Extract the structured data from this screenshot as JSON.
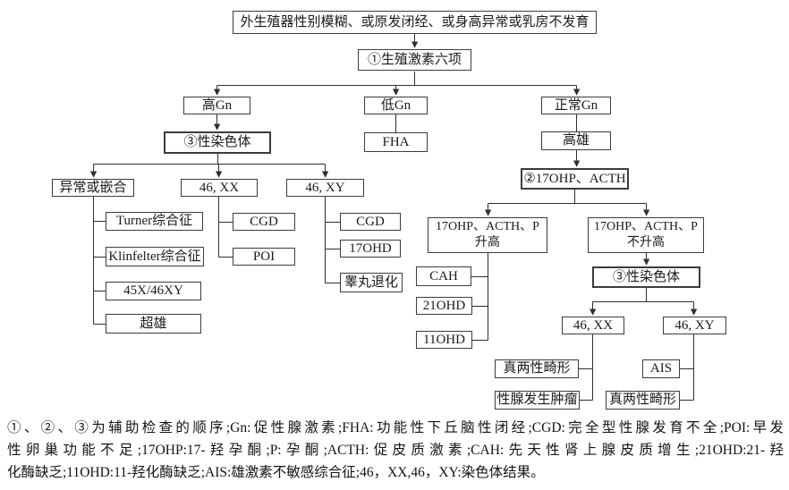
{
  "figure": {
    "description_title": "性发育异常诊断流程图"
  },
  "nodes": {
    "root": {
      "label": "外生殖器性别模糊、或原发闭经、或身高异常或乳房不发育"
    },
    "hormone_panel": {
      "label": "①生殖激素六项"
    },
    "high_gn": {
      "label": "高Gn"
    },
    "low_gn": {
      "label": "低Gn"
    },
    "normal_gn": {
      "label": "正常Gn"
    },
    "sex_chromosome_1": {
      "label": "③性染色体"
    },
    "fha": {
      "label": "FHA"
    },
    "high_androgen": {
      "label": "高雄"
    },
    "abnormal_or_mosaic": {
      "label": "异常或嵌合"
    },
    "xx_1": {
      "label": "46, XX"
    },
    "xy_1": {
      "label": "46, XY"
    },
    "turner": {
      "label": "Turner综合征"
    },
    "klinefelter": {
      "label": "Klinfelter综合征"
    },
    "mosaic_45x_46xy": {
      "label": "45X/46XY"
    },
    "super_male": {
      "label": "超雄"
    },
    "cgd_xx": {
      "label": "CGD"
    },
    "poi": {
      "label": "POI"
    },
    "cgd_xy": {
      "label": "CGD"
    },
    "ohd_17": {
      "label": "17OHD"
    },
    "testicular_regression": {
      "label": "睾丸退化"
    },
    "ohp_acth": {
      "label": "②17OHP、ACTH"
    },
    "ohp_acth_p_high": {
      "line1": "17OHP、ACTH、P",
      "line2": "升高"
    },
    "ohp_acth_p_normal": {
      "line1": "17OHP、ACTH、P",
      "line2": "不升高"
    },
    "cah": {
      "label": "CAH"
    },
    "ohd_21": {
      "label": "21OHD"
    },
    "ohd_11": {
      "label": "11OHD"
    },
    "sex_chromosome_2": {
      "label": "③性染色体"
    },
    "xx_2": {
      "label": "46, XX"
    },
    "xy_2": {
      "label": "46, XY"
    },
    "true_hermaphroditism_xx": {
      "label": "真两性畸形"
    },
    "gonadal_tumor": {
      "label": "性腺发生肿瘤"
    },
    "ais": {
      "label": "AIS"
    },
    "true_hermaphroditism_xy": {
      "label": "真两性畸形"
    }
  },
  "legend": {
    "line1": "①、②、③为辅助检查的顺序;Gn:促性腺激素;FHA:功能性下丘脑性闭经;CGD:完全型性腺发育不全;POI:早发",
    "line2": "性卵巢功能不足;17OHP:17-羟孕酮;P:孕酮;ACTH:促皮质激素;CAH:先天性肾上腺皮质增生;21OHD:21-羟",
    "line3": "化酶缺乏;11OHD:11-羟化酶缺乏;AIS:雄激素不敏感综合征;46，XX,46，XY:染色体结果。"
  },
  "colors": {
    "background": "#ffffff",
    "line": "#2f2f2f",
    "box_border": "#3c3c3c",
    "text": "#1a1a1a"
  }
}
